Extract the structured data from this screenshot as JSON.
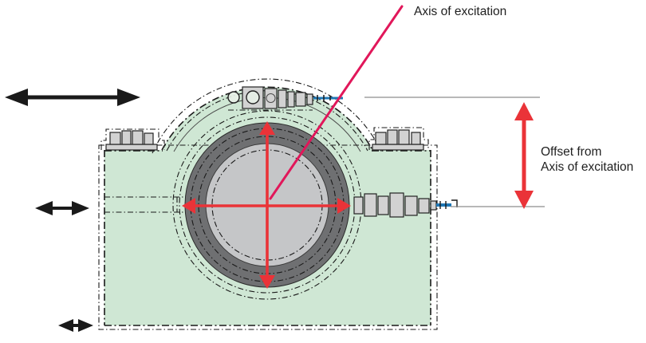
{
  "labels": {
    "axis_of_excitation": "Axis of excitation",
    "offset_line1": "Offset from",
    "offset_line2": "Axis of excitation"
  },
  "colors": {
    "housing_green": "#cfe7d4",
    "bearing_ring_gray": "#6f7072",
    "shaft_gray": "#c5c6c8",
    "fitting_gray": "#d2d2d2",
    "outline_black": "#1a1a1a",
    "accent_red": "#ea3338",
    "crimson_line": "#e1175a",
    "reference_gray": "#8e8e8e",
    "sensor_blue": "#1f77b5",
    "label_text": "#1f1f1f"
  },
  "icons": {
    "double-arrow-horizontal-large": "axial motion arrow (top left)",
    "double-arrow-horizontal-medium": "axial motion arrow (mid left)",
    "double-arrow-horizontal-small": "axial motion arrow (bottom left)",
    "crosshair-arrows": "radial excitation arrows at bore center",
    "offset-dimension-arrow": "vertical offset dimension arrow",
    "leader-line": "axis of excitation leader line",
    "sensor-cable": "blue sensor cable"
  }
}
